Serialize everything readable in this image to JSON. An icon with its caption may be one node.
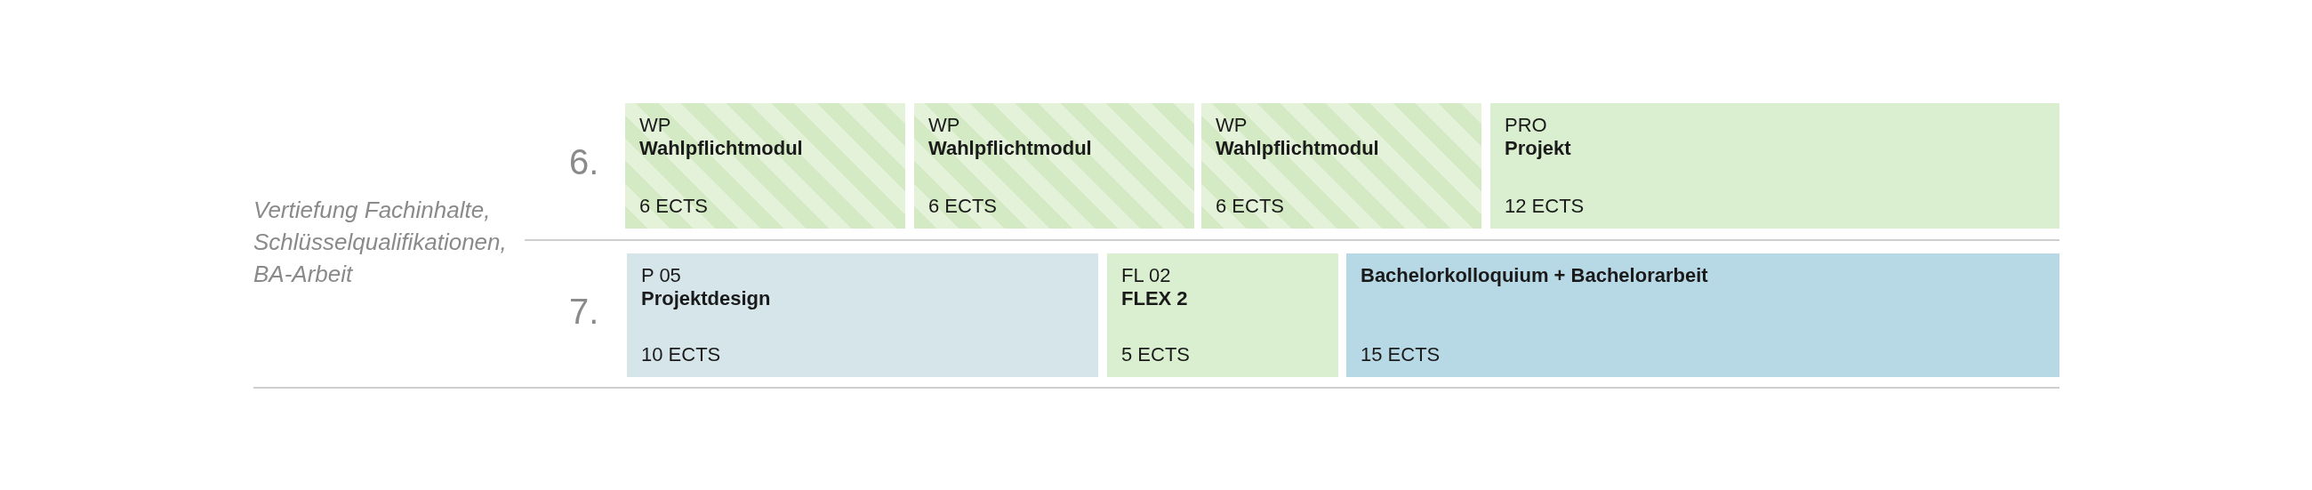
{
  "diagram": {
    "nodes": [
      {
        "text": [
          "WP",
          "Wahlpflichtmodul",
          "6 ECTS"
        ]
      },
      {
        "text": [
          "WP",
          "Wahlpflichtmodul",
          "6 ECTS"
        ]
      },
      {
        "text": [
          "WP",
          "Wahlpflichtmodul",
          "6 ECTS"
        ]
      },
      {
        "text": [
          "PRO",
          "Projekt",
          "12 ECTS"
        ]
      },
      {
        "text": [
          "P 05",
          "Projektdesign",
          "10 ECTS"
        ]
      },
      {
        "text": [
          "FL 02",
          "FLEX 2",
          "5 ECTS"
        ]
      },
      {
        "text": [
          "Bachelorkolloquium + Bachelorarbeit",
          "15 ECTS"
        ]
      }
    ],
    "edges": [],
    "labels": [
      "6.",
      "Vertiefung Fachinhalte, Schlüsselqualifikationen, BA-Arbeit",
      "7."
    ]
  }
}
